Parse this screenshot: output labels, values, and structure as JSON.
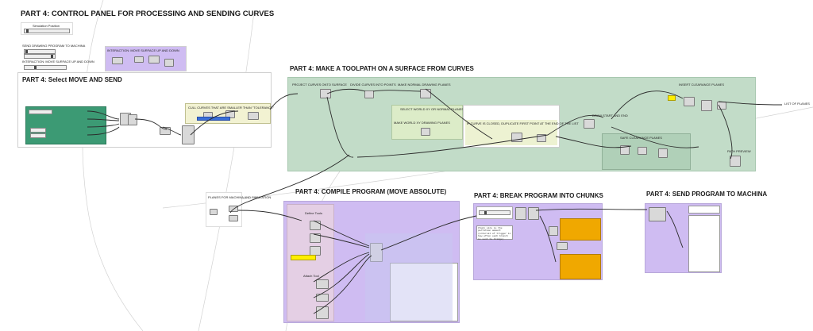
{
  "canvas_title": "PART 4: CONTROL PANEL FOR PROCESSING AND SENDING CURVES",
  "control_panel": {
    "simulation_label": "Simulation Position",
    "send_label": "SEND DRAWING PROGRAM TO MACHINA",
    "interaction_label": "INTERACTION: MOVE SURFACE UP AND DOWN",
    "interaction_group_title": "INTERACTION: MOVE SURFACE UP AND DOWN"
  },
  "groups": {
    "select_move_send": {
      "title": "PART 4: Select MOVE AND SEND",
      "note": "CULL CURVES THAT ARE SMALLER THAN \"TOLERANCE\""
    },
    "toolpath": {
      "title": "PART 4: MAKE A TOOLPATH ON A SURFACE FROM CURVES",
      "labels": [
        "PROJECT CURVES ONTO SURFACE",
        "DIVIDE CURVES INTO POINTS",
        "MAKE NORMAL DRAWING PLANES",
        "SELECT WORLD XY OR NORMAL PLANES",
        "MAKE WORLD XY DRAWING PLANES",
        "IF CURVE IS CLOSED, DUPLICATE FIRST POINT AT THE END OF THE LIST",
        "DRAW START AND END",
        "INSERT CLEARANCE PLANES",
        "SAFE CLEARANCE PLANES",
        "PATH PREVIEW"
      ],
      "output": "LIST OF PLANES"
    },
    "planes_sim": {
      "title": "PLANES FOR MACHINA AND SIMULATION"
    },
    "compile": {
      "title": "PART 4: COMPILE PROGRAM (MOVE ABSOLUTE)",
      "labels": [
        "Define Tools",
        "Attach Tool"
      ]
    },
    "break": {
      "title": "PART 4: BREAK PROGRAM INTO CHUNKS",
      "note": "Chunk size is the partition amount (interval of trigger in how often each branch is sent to bridge)"
    },
    "send": {
      "title": "PART 4: SEND PROGRAM TO MACHINA"
    }
  },
  "colors": {
    "green_group": "#c2dcc8",
    "purple_group": "#cfbcf2",
    "dark_green": "#3c9a74",
    "orange_panel": "#f0a800",
    "wire": "#2b2b2b"
  }
}
